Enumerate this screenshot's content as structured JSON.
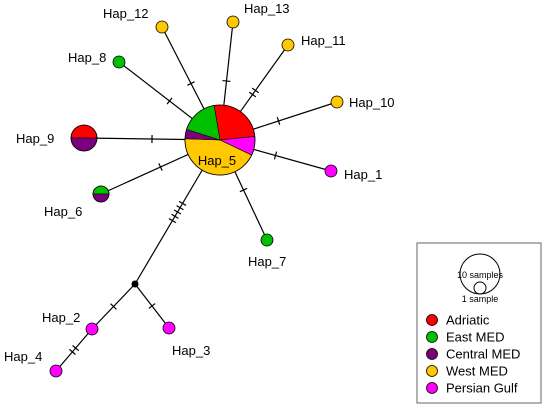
{
  "colors": {
    "Adriatic": "#ff0000",
    "East MED": "#00c000",
    "Central MED": "#7b007b",
    "West MED": "#ffc800",
    "Persian Gulf": "#ff00ff"
  },
  "haplotypes": [
    {
      "id": "hap5",
      "label": "Hap_5",
      "slices": [
        {
          "group": "Adriatic",
          "value": 6
        },
        {
          "group": "Persian Gulf",
          "value": 2
        },
        {
          "group": "West MED",
          "value": 10
        },
        {
          "group": "Central MED",
          "value": 1
        },
        {
          "group": "East MED",
          "value": 4
        }
      ]
    },
    {
      "id": "hap9",
      "label": "Hap_9",
      "slices": [
        {
          "group": "Adriatic",
          "value": 1
        },
        {
          "group": "Central MED",
          "value": 1
        }
      ]
    },
    {
      "id": "hap6",
      "label": "Hap_6",
      "slices": [
        {
          "group": "East MED",
          "value": 1
        },
        {
          "group": "Central MED",
          "value": 1
        }
      ]
    },
    {
      "id": "hap1",
      "label": "Hap_1",
      "slices": [
        {
          "group": "Persian Gulf",
          "value": 1
        }
      ]
    },
    {
      "id": "hap2",
      "label": "Hap_2",
      "slices": [
        {
          "group": "Persian Gulf",
          "value": 1
        }
      ]
    },
    {
      "id": "hap3",
      "label": "Hap_3",
      "slices": [
        {
          "group": "Persian Gulf",
          "value": 1
        }
      ]
    },
    {
      "id": "hap4",
      "label": "Hap_4",
      "slices": [
        {
          "group": "Persian Gulf",
          "value": 1
        }
      ]
    },
    {
      "id": "hap7",
      "label": "Hap_7",
      "slices": [
        {
          "group": "East MED",
          "value": 1
        }
      ]
    },
    {
      "id": "hap8",
      "label": "Hap_8",
      "slices": [
        {
          "group": "East MED",
          "value": 1
        }
      ]
    },
    {
      "id": "hap10",
      "label": "Hap_10",
      "slices": [
        {
          "group": "West MED",
          "value": 1
        }
      ]
    },
    {
      "id": "hap11",
      "label": "Hap_11",
      "slices": [
        {
          "group": "West MED",
          "value": 1
        }
      ]
    },
    {
      "id": "hap12",
      "label": "Hap_12",
      "slices": [
        {
          "group": "West MED",
          "value": 1
        }
      ]
    },
    {
      "id": "hap13",
      "label": "Hap_13",
      "slices": [
        {
          "group": "West MED",
          "value": 1
        }
      ]
    }
  ],
  "edges": [
    {
      "from": "hap5",
      "to": "hap9",
      "mutations": 1
    },
    {
      "from": "hap5",
      "to": "hap8",
      "mutations": 1
    },
    {
      "from": "hap5",
      "to": "hap12",
      "mutations": 1
    },
    {
      "from": "hap5",
      "to": "hap13",
      "mutations": 1
    },
    {
      "from": "hap5",
      "to": "hap11",
      "mutations": 2
    },
    {
      "from": "hap5",
      "to": "hap10",
      "mutations": 1
    },
    {
      "from": "hap5",
      "to": "hap1",
      "mutations": 1
    },
    {
      "from": "hap5",
      "to": "hap7",
      "mutations": 1
    },
    {
      "from": "hap5",
      "to": "hap6",
      "mutations": 1
    },
    {
      "from": "hap5",
      "to": "median",
      "mutations": 5
    },
    {
      "from": "median",
      "to": "hap2",
      "mutations": 1
    },
    {
      "from": "median",
      "to": "hap3",
      "mutations": 1
    },
    {
      "from": "hap2",
      "to": "hap4",
      "mutations": 2
    }
  ],
  "legend": {
    "scale_large": "10 samples",
    "scale_small": "1 sample",
    "items": [
      "Adriatic",
      "East MED",
      "Central MED",
      "West MED",
      "Persian Gulf"
    ]
  }
}
